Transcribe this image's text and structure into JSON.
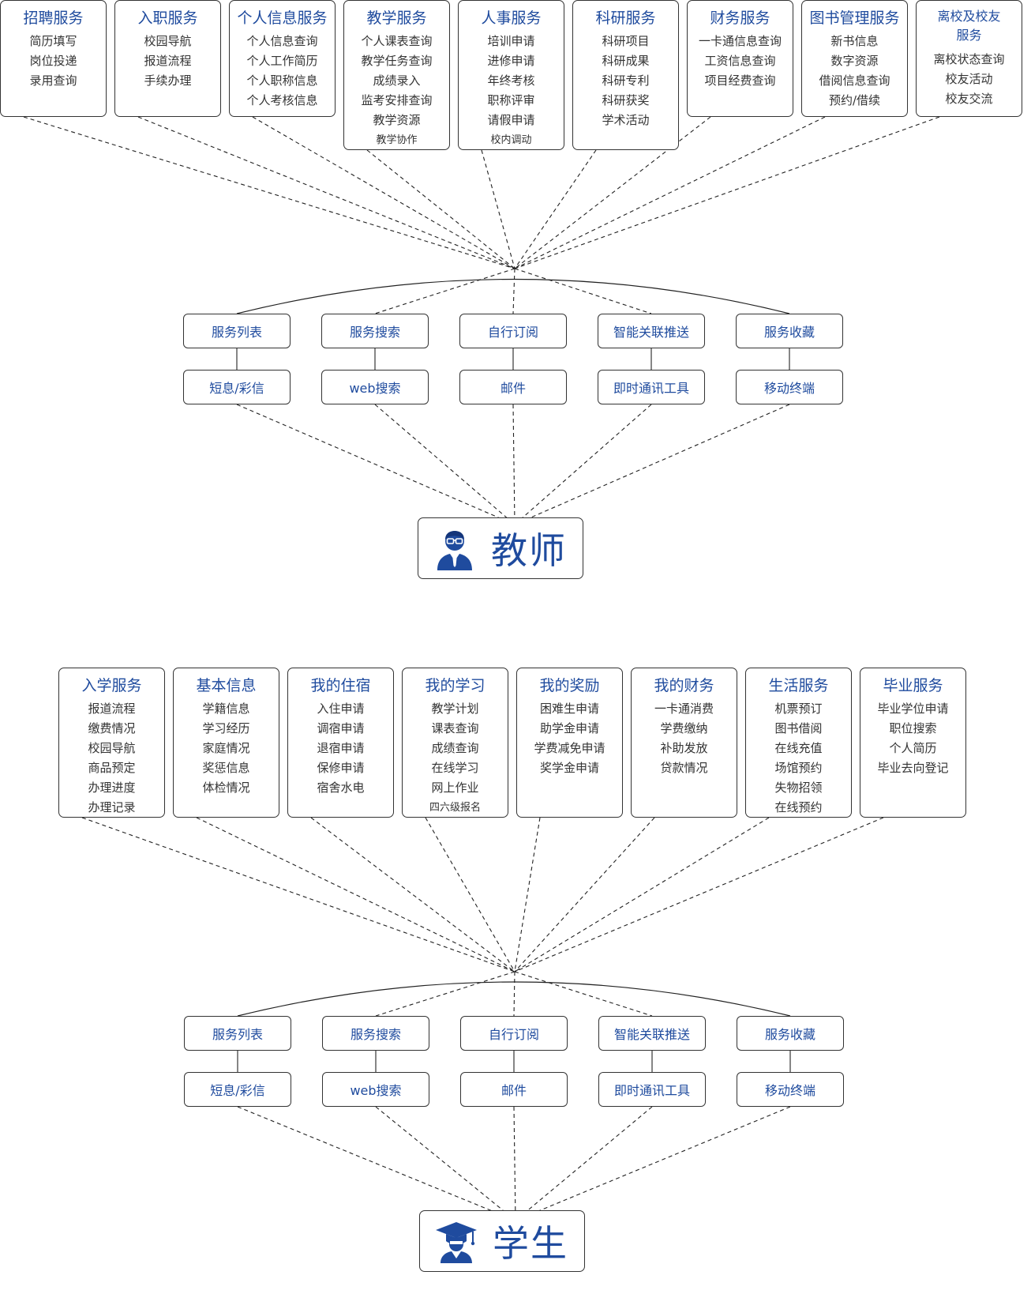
{
  "teacher": {
    "label": "教师",
    "categories": [
      {
        "title": "招聘服务",
        "items": [
          "简历填写",
          "岗位投递",
          "录用查询"
        ]
      },
      {
        "title": "入职服务",
        "items": [
          "校园导航",
          "报道流程",
          "手续办理"
        ]
      },
      {
        "title": "个人信息服务",
        "items": [
          "个人信息查询",
          "个人工作简历",
          "个人职称信息",
          "个人考核信息"
        ]
      },
      {
        "title": "教学服务",
        "items": [
          "个人课表查询",
          "教学任务查询",
          "成绩录入",
          "监考安排查询",
          "教学资源",
          "教学协作"
        ]
      },
      {
        "title": "人事服务",
        "items": [
          "培训申请",
          "进修申请",
          "年终考核",
          "职称评审",
          "请假申请",
          "校内调动"
        ]
      },
      {
        "title": "科研服务",
        "items": [
          "科研项目",
          "科研成果",
          "科研专利",
          "科研获奖",
          "学术活动"
        ]
      },
      {
        "title": "财务服务",
        "items": [
          "一卡通信息查询",
          "工资信息查询",
          "项目经费查询"
        ]
      },
      {
        "title": "图书管理服务",
        "items": [
          "新书信息",
          "数字资源",
          "借阅信息查询",
          "预约/借续"
        ]
      },
      {
        "title": "离校及校友\n服务",
        "items": [
          "离校状态查询",
          "校友活动",
          "校友交流"
        ]
      }
    ],
    "channels": [
      "服务列表",
      "服务搜索",
      "自行订阅",
      "智能关联推送",
      "服务收藏"
    ],
    "delivery": [
      "短息/彩信",
      "web搜索",
      "邮件",
      "即时通讯工具",
      "移动终端"
    ]
  },
  "student": {
    "label": "学生",
    "categories": [
      {
        "title": "入学服务",
        "items": [
          "报道流程",
          "缴费情况",
          "校园导航",
          "商品预定",
          "办理进度",
          "办理记录"
        ]
      },
      {
        "title": "基本信息",
        "items": [
          "学籍信息",
          "学习经历",
          "家庭情况",
          "奖惩信息",
          "体检情况"
        ]
      },
      {
        "title": "我的住宿",
        "items": [
          "入住申请",
          "调宿申请",
          "退宿申请",
          "保修申请",
          "宿舍水电"
        ]
      },
      {
        "title": "我的学习",
        "items": [
          "教学计划",
          "课表查询",
          "成绩查询",
          "在线学习",
          "网上作业",
          "四六级报名"
        ]
      },
      {
        "title": "我的奖励",
        "items": [
          "困难生申请",
          "助学金申请",
          "学费减免申请",
          "奖学金申请"
        ]
      },
      {
        "title": "我的财务",
        "items": [
          "一卡通消费",
          "学费缴纳",
          "补助发放",
          "贷款情况"
        ]
      },
      {
        "title": "生活服务",
        "items": [
          "机票预订",
          "图书借阅",
          "在线充值",
          "场馆预约",
          "失物招领",
          "在线预约"
        ]
      },
      {
        "title": "毕业服务",
        "items": [
          "毕业学位申请",
          "职位搜索",
          "个人简历",
          "毕业去向登记"
        ]
      }
    ],
    "channels": [
      "服务列表",
      "服务搜索",
      "自行订阅",
      "智能关联推送",
      "服务收藏"
    ],
    "delivery": [
      "短息/彩信",
      "web搜索",
      "邮件",
      "即时通讯工具",
      "移动终端"
    ]
  },
  "icons": {
    "teacher": "teacher-icon",
    "student": "graduate-icon"
  },
  "colors": {
    "accent": "#1f4b9e",
    "border": "#333333"
  }
}
